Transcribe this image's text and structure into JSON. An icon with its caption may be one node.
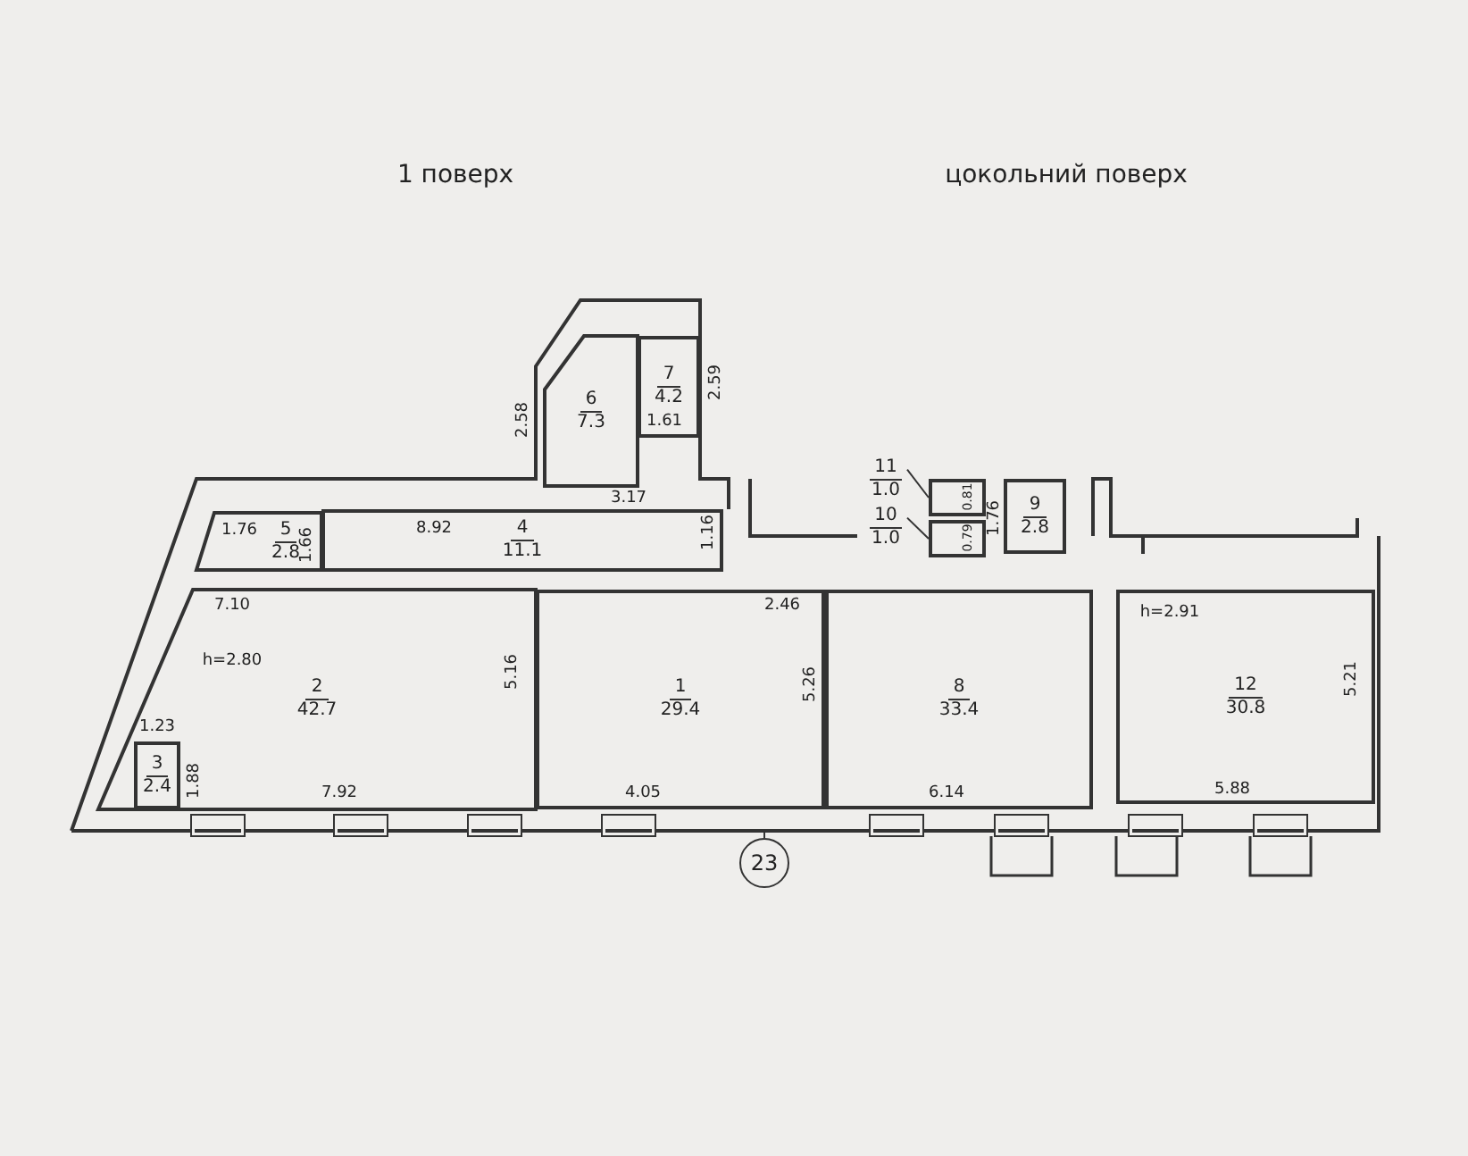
{
  "diagram": {
    "nodes": [
      {
        "text": [
          "1",
          "29.4"
        ]
      },
      {
        "text": [
          "2",
          "42.7"
        ]
      },
      {
        "text": [
          "3",
          "2.4"
        ],
        "in": 1
      },
      {
        "text": [
          "4",
          "11.1"
        ]
      },
      {
        "text": [
          "5",
          "2.8"
        ]
      },
      {
        "text": [
          "6",
          "7.3"
        ]
      },
      {
        "text": [
          "7",
          "4.2"
        ]
      },
      {
        "text": [
          "8",
          "33.4"
        ]
      },
      {
        "text": [
          "9",
          "2.8"
        ]
      },
      {
        "text": [
          "11",
          "1.0"
        ]
      },
      {
        "text": [],
        "shape": "box"
      },
      {
        "text": [
          "10",
          "1.0"
        ]
      },
      {
        "text": [],
        "shape": "box"
      },
      {
        "text": [
          "12",
          "30.8"
        ]
      },
      {
        "text": [
          "23"
        ]
      }
    ],
    "edges": [
      {
        "from": 9,
        "to": 10,
        "arrow": "none"
      },
      {
        "from": 11,
        "to": 12,
        "arrow": "none"
      }
    ],
    "labels": [
      "1 поверх",
      "цокольний поверх",
      "2.59",
      "2.58",
      "1.61",
      "3.17",
      "1.76",
      "8.92",
      "1.66",
      "1.16",
      "7.10",
      "2.46",
      "h=2.80",
      "5.16",
      "1.23",
      "1.88",
      "7.92",
      "4.05",
      "0.81",
      "0.79",
      "1.76",
      "5.26",
      "h=2.91",
      "5.21",
      "6.14",
      "5.88"
    ]
  }
}
